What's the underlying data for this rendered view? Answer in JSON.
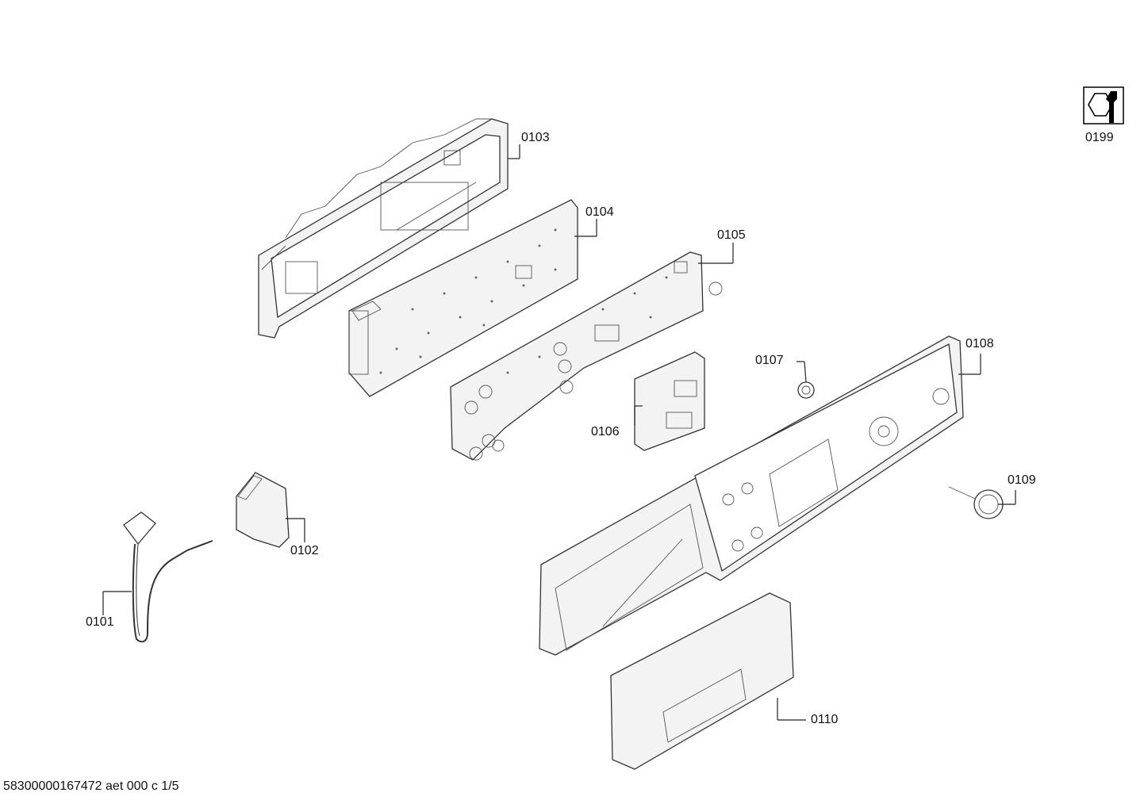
{
  "labels": {
    "p0101": "0101",
    "p0102": "0102",
    "p0103": "0103",
    "p0104": "0104",
    "p0105": "0105",
    "p0106": "0106",
    "p0107": "0107",
    "p0108": "0108",
    "p0109": "0109",
    "p0110": "0110",
    "p0199": "0199"
  },
  "footer": "58300000167472 aet 000 c 1/5",
  "icons": {
    "service": "wrench-hex-nut-icon"
  }
}
